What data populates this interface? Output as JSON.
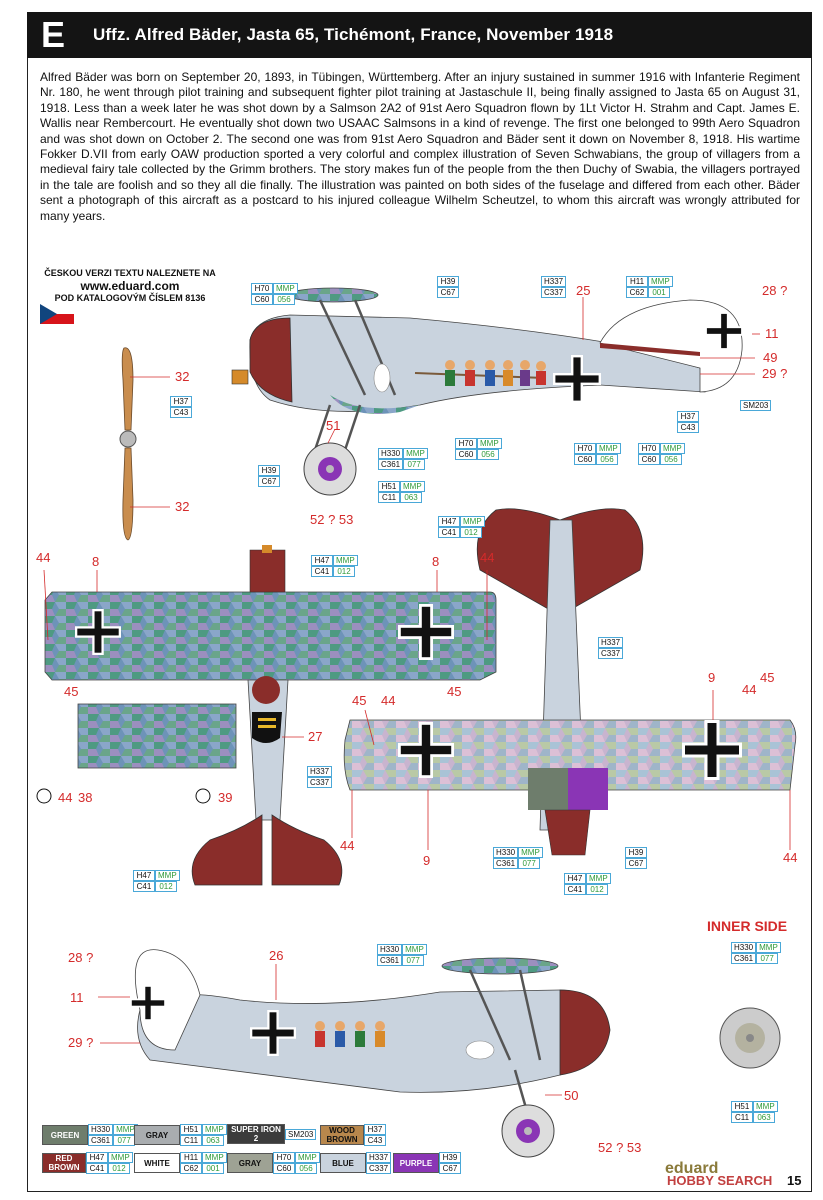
{
  "header": {
    "letter": "E",
    "title": "Uffz. Alfred Bäder, Jasta 65, Tichémont, France, November 1918"
  },
  "bio": "Alfred Bäder was born on September 20, 1893, in Tübingen, Württemberg. After an injury sustained in summer 1916 with Infanterie Regiment Nr. 180, he went through pilot training and subsequent fighter pilot training at Jastaschule II, being finally assigned to Jasta 65 on August 31, 1918. Less than a week later he was shot down by a Salmson 2A2 of 91st Aero Squadron flown by 1Lt Victor H. Strahm and Capt. James E. Wallis near Rembercourt. He eventually shot down two USAAC Salmsons in a kind of revenge. The first one belonged to 99th Aero Squadron and was shot down on October 2. The second one was from 91st Aero Squadron and Bäder sent it down on November 8, 1918. His wartime Fokker D.VII from early OAW production sported a very colorful and complex illustration of Seven Schwabians, the group of villagers from a medieval fairy tale collected by the Grimm brothers. The story makes fun of the people from the then Duchy of Swabia, the villagers portrayed in the tale are foolish and so they all die finally. The illustration was painted on both sides of the fuselage and differed from each other. Bäder sent a photograph of this aircraft as a postcard to his injured colleague Wilhelm Scheutzel, to whom this aircraft was wrongly attributed for many years.",
  "czech_note": {
    "line1": "ČESKOU VERZI TEXTU NALEZNETE NA",
    "url": "www.eduard.com",
    "line2": "POD KATALOGOVÝM ČÍSLEM 8136"
  },
  "callouts": {
    "n32a": "32",
    "n32b": "32",
    "n25": "25",
    "n28a": "28 ?",
    "n11a": "11",
    "n49": "49",
    "n29a": "29 ?",
    "n51": "51",
    "n52a": "52 ? 53",
    "n44a": "44",
    "n8a": "8",
    "n8b": "8",
    "n44b": "44",
    "n45a": "45",
    "n45b": "45",
    "n27": "27",
    "n44c": "44",
    "n38": "38",
    "n39": "39",
    "n9a": "9",
    "n44d": "44",
    "n45c": "45",
    "n45d": "45",
    "n44e": "44",
    "n44f": "44",
    "n9b": "9",
    "n44g": "44",
    "n26": "26",
    "n28b": "28 ?",
    "n11b": "11",
    "n29b": "29 ?",
    "n50": "50",
    "n52b": "52 ? 53"
  },
  "tags": {
    "t1": {
      "h": "H70",
      "mmp": "MMP",
      "c": "C60",
      "m": "056"
    },
    "t2": {
      "h": "H39",
      "c": "C67"
    },
    "t3": {
      "h": "H337",
      "c": "C337"
    },
    "t4": {
      "h": "H11",
      "mmp": "MMP",
      "c": "C62",
      "m": "001"
    },
    "t5": {
      "h": "H37",
      "c": "C43"
    },
    "t6": {
      "sm": "SM203"
    },
    "t7": {
      "h": "H37",
      "c": "C43"
    },
    "t8": {
      "h": "H70",
      "mmp": "MMP",
      "c": "C60",
      "m": "056"
    },
    "t9": {
      "h": "H330",
      "mmp": "MMP",
      "c": "C361",
      "m": "077"
    },
    "t10": {
      "h": "H70",
      "mmp": "MMP",
      "c": "C60",
      "m": "056"
    },
    "t11": {
      "h": "H70",
      "mmp": "MMP",
      "c": "C60",
      "m": "056"
    },
    "t12": {
      "h": "H39",
      "c": "C67"
    },
    "t13": {
      "h": "H51",
      "mmp": "MMP",
      "c": "C11",
      "m": "063"
    },
    "t14": {
      "h": "H47",
      "mmp": "MMP",
      "c": "C41",
      "m": "012"
    },
    "t15": {
      "h": "H47",
      "mmp": "MMP",
      "c": "C41",
      "m": "012"
    },
    "t16": {
      "h": "H337",
      "c": "C337"
    },
    "t17": {
      "h": "H337",
      "c": "C337"
    },
    "t18": {
      "h": "H47",
      "mmp": "MMP",
      "c": "C41",
      "m": "012"
    },
    "t19": {
      "h": "H330",
      "mmp": "MMP",
      "c": "C361",
      "m": "077"
    },
    "t20": {
      "h": "H39",
      "c": "C67"
    },
    "t21": {
      "h": "H47",
      "mmp": "MMP",
      "c": "C41",
      "m": "012"
    },
    "t22": {
      "h": "H330",
      "mmp": "MMP",
      "c": "C361",
      "m": "077"
    },
    "t23": {
      "h": "H330",
      "mmp": "MMP",
      "c": "C361",
      "m": "077"
    },
    "t24": {
      "h": "H51",
      "mmp": "MMP",
      "c": "C11",
      "m": "063"
    }
  },
  "inner_side": "INNER SIDE",
  "legend": [
    {
      "name": "GREEN",
      "color": "#6e7d6c",
      "h": "H330",
      "mmp": "MMP",
      "c": "C361",
      "m": "077"
    },
    {
      "name": "GRAY",
      "color": "#a9adb0",
      "h": "H51",
      "mmp": "MMP",
      "c": "C11",
      "m": "063",
      "dark": true
    },
    {
      "name": "SUPER IRON 2",
      "color": "#3c3c3c",
      "sm": "SM203"
    },
    {
      "name": "WOOD BROWN",
      "color": "#b8874c",
      "h": "H37",
      "c": "C43",
      "dark": true
    },
    {
      "name": "RED BROWN",
      "color": "#8a2d2a",
      "h": "H47",
      "mmp": "MMP",
      "c": "C41",
      "m": "012"
    },
    {
      "name": "WHITE",
      "color": "#ffffff",
      "h": "H11",
      "mmp": "MMP",
      "c": "C62",
      "m": "001",
      "dark": true
    },
    {
      "name": "GRAY",
      "color": "#9ea294",
      "h": "H70",
      "mmp": "MMP",
      "c": "C60",
      "m": "056",
      "dark": true
    },
    {
      "name": "BLUE",
      "color": "#c9d3de",
      "h": "H337",
      "c": "C337",
      "dark": true
    },
    {
      "name": "PURPLE",
      "color": "#8a35b5",
      "h": "H39",
      "c": "C67"
    }
  ],
  "brand": {
    "eduard": "eduard",
    "hs": "HOBBY SEARCH",
    "page": "15"
  },
  "colors": {
    "red": "#d42b2b",
    "lozenge_a": "#7d9ec2",
    "lozenge_b": "#5f9c7e",
    "red_brown": "#8a2d2a",
    "fuselage": "#c9d3de"
  }
}
